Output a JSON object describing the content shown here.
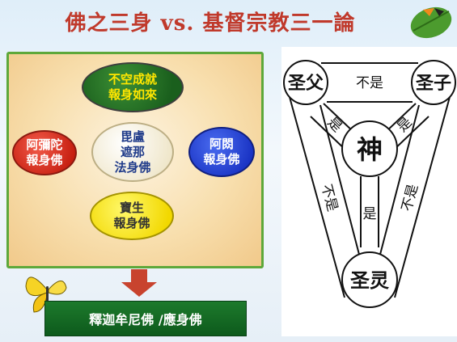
{
  "title": "佛之三身 vs. 基督宗教三一論",
  "buddha_diagram": {
    "top": "不空成就\n報身如來",
    "center": "毘盧\n遮那\n法身佛",
    "left": "阿彌陀\n報身佛",
    "right": "阿閦\n報身佛",
    "bottom": "寶生\n報身佛",
    "bottom_box": "釋迦牟尼佛 /應身佛"
  },
  "trinity": {
    "father": "圣父",
    "son": "圣子",
    "spirit": "圣灵",
    "god": "神",
    "father_son": "不是",
    "father_spirit": "不是",
    "son_spirit": "不是",
    "father_god": "是",
    "son_god": "是",
    "spirit_god": "是"
  },
  "colors": {
    "title": "#c0392b",
    "panel_border": "#5ea83a",
    "top_node": "#1a5f1d",
    "left_node": "#c51d0f",
    "right_node": "#1831c2",
    "bottom_node": "#f2d800",
    "bottom_box": "#0d5a1c"
  }
}
